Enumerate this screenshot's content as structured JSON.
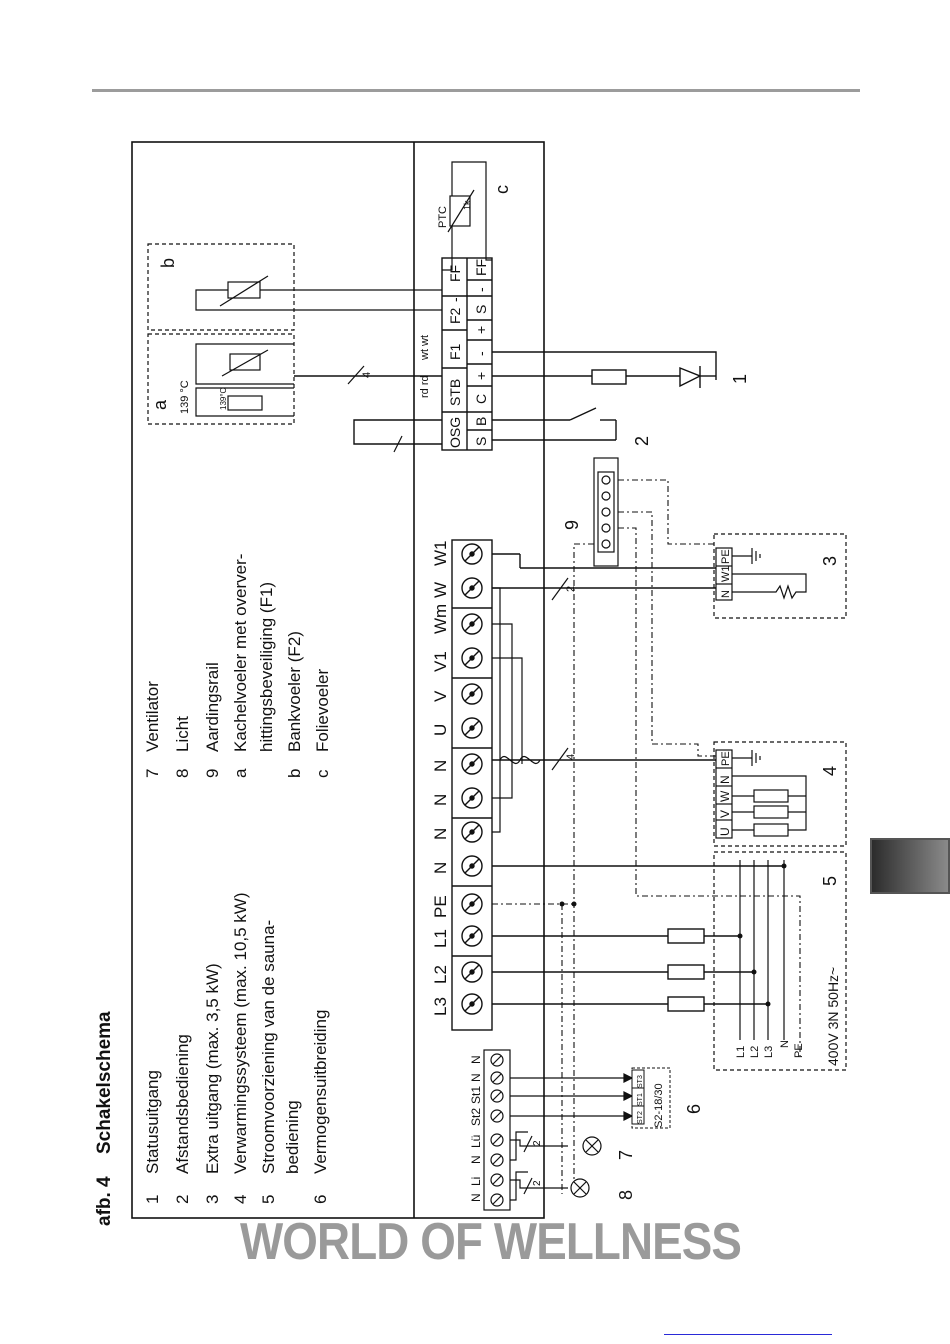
{
  "figure": {
    "caption_prefix": "afb. 4",
    "caption_title": "Schakelschema"
  },
  "legend": {
    "left": [
      {
        "num": "1",
        "text": "Statusuitgang"
      },
      {
        "num": "2",
        "text": "Afstandsbediening"
      },
      {
        "num": "3",
        "text": "Extra uitgang (max. 3,5 kW)"
      },
      {
        "num": "4",
        "text": "Verwarmingssysteem (max. 10,5 kW)"
      },
      {
        "num": "5",
        "text": "Stroomvoorziening van de sauna-"
      },
      {
        "num": "",
        "text": "bediening"
      },
      {
        "num": "6",
        "text": "Vermogensuitbreiding"
      }
    ],
    "right": [
      {
        "num": "7",
        "text": "Ventilator"
      },
      {
        "num": "8",
        "text": "Licht"
      },
      {
        "num": "9",
        "text": "Aardingsrail"
      },
      {
        "num": "a",
        "text": "Kachelvoeler met overver-"
      },
      {
        "num": "",
        "text": "hittingsbeveiliging (F1)"
      },
      {
        "num": "b",
        "text": "Bankvoeler (F2)"
      },
      {
        "num": "c",
        "text": "Folievoeler"
      }
    ]
  },
  "main_terminals": [
    "L3",
    "L2",
    "L1",
    "PE",
    "N",
    "N",
    "N",
    "N",
    "U",
    "V",
    "V1",
    "Wm",
    "W",
    "W1"
  ],
  "sensor_terminals": {
    "row1": [
      "OSG",
      "STB",
      "F1",
      "F2",
      "-",
      "FF"
    ],
    "row2": [
      "S",
      "B",
      "C",
      "+",
      "-",
      "+",
      "S",
      "-",
      "FF"
    ],
    "wire_labels_1": "rd rd",
    "wire_labels_2": "wt wt"
  },
  "small_terminals": [
    "N",
    "Li",
    "N",
    "Lü",
    "St2",
    "St1",
    "N",
    "N"
  ],
  "module_6": {
    "label": "S2-18/30",
    "pins": [
      "ST2",
      "ST1",
      "ST3"
    ]
  },
  "block_3": {
    "terminals": [
      "N",
      "W1",
      "PE"
    ]
  },
  "block_4": {
    "terminals": [
      "U",
      "V",
      "W",
      "N",
      "PE"
    ]
  },
  "block_5": {
    "wires": [
      "L1",
      "L2",
      "L3",
      "N",
      "PE"
    ],
    "supply": "400V 3N 50Hz~"
  },
  "sensor_a": {
    "temp": "139 °C",
    "small_temp": "139°C"
  },
  "ptc": {
    "label": "PTC",
    "value": "1k"
  },
  "markers": {
    "one": "1",
    "two": "2",
    "three": "3",
    "four": "4",
    "five": "5",
    "six": "6",
    "seven": "7",
    "eight": "8",
    "nine": "9",
    "a": "a",
    "b": "b",
    "c": "c"
  },
  "wire_counts": {
    "four_a": "4",
    "four_b": "4",
    "two_a": "2",
    "two_b": "2",
    "two_c": "2"
  },
  "watermark": "WORLD OF WELLNESS"
}
